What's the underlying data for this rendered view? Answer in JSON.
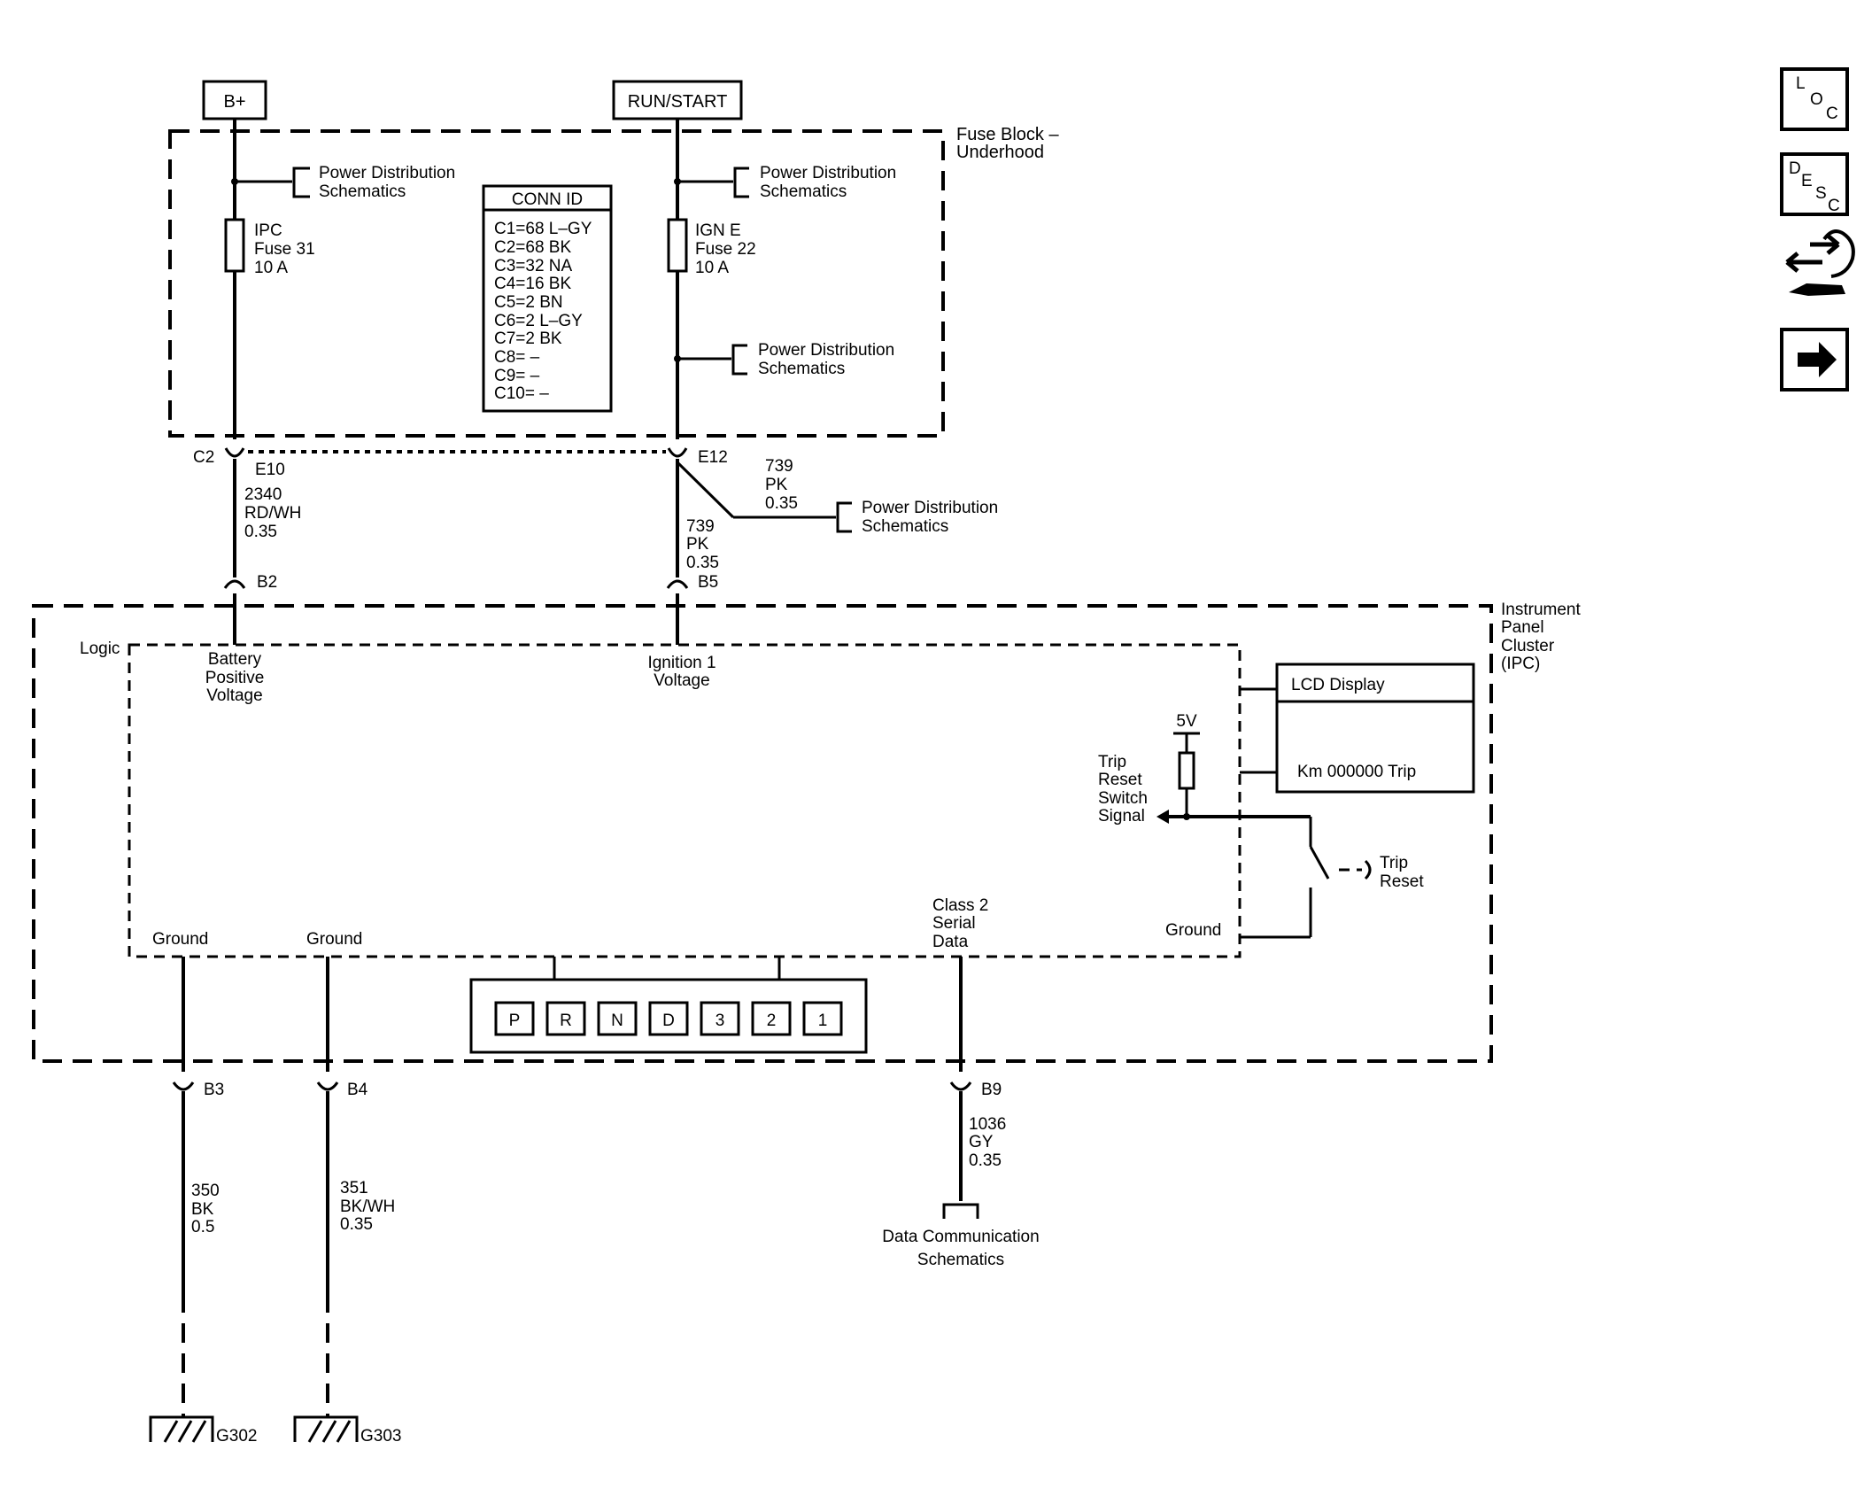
{
  "sources": {
    "bplus": "B+",
    "run_start": "RUN/START"
  },
  "fuse_block": {
    "title_line1": "Fuse Block –",
    "title_line2": "Underhood",
    "pds_1": [
      "Power Distribution",
      "Schematics"
    ],
    "pds_2": [
      "Power Distribution",
      "Schematics"
    ],
    "pds_3": [
      "Power Distribution",
      "Schematics"
    ],
    "fuse_ipc": [
      "IPC",
      "Fuse 31",
      "10 A"
    ],
    "fuse_igne": [
      "IGN E",
      "Fuse 22",
      "10 A"
    ],
    "conn_id_title": "CONN ID",
    "conn_ids": [
      "C1=68 L–GY",
      "C2=68 BK",
      "C3=32 NA",
      "C4=16 BK",
      "C5=2 BN",
      "C6=2 L–GY",
      "C7=2 BK",
      "C8= –",
      "C9= –",
      "C10= –"
    ]
  },
  "connectors": {
    "c2": "C2",
    "e10": "E10",
    "e12": "E12",
    "b2": "B2",
    "b5": "B5",
    "b3": "B3",
    "b4": "B4",
    "b9": "B9"
  },
  "wires": {
    "w2340": [
      "2340",
      "RD/WH",
      "0.35"
    ],
    "w739a": [
      "739",
      "PK",
      "0.35"
    ],
    "w739b": [
      "739",
      "PK",
      "0.35"
    ],
    "w350": [
      "350",
      "BK",
      "0.5"
    ],
    "w351": [
      "351",
      "BK/WH",
      "0.35"
    ],
    "w1036": [
      "1036",
      "GY",
      "0.35"
    ]
  },
  "pds_splice": [
    "Power Distribution",
    "Schematics"
  ],
  "ipc": {
    "title": [
      "Instrument",
      "Panel",
      "Cluster",
      "(IPC)"
    ],
    "logic": "Logic",
    "battery_voltage": [
      "Battery",
      "Positive",
      "Voltage"
    ],
    "ignition_voltage": [
      "Ignition 1",
      "Voltage"
    ],
    "lcd_title": "LCD Display",
    "lcd_value": "Km 000000 Trip",
    "five_v": "5V",
    "trip_signal": [
      "Trip",
      "Reset",
      "Switch",
      "Signal"
    ],
    "trip_reset": [
      "Trip",
      "Reset"
    ],
    "ground_right": "Ground",
    "ground_1": "Ground",
    "ground_2": "Ground",
    "class2": [
      "Class 2",
      "Serial",
      "Data"
    ],
    "prnd": [
      "P",
      "R",
      "N",
      "D",
      "3",
      "2",
      "1"
    ]
  },
  "data_comm": [
    "Data Communication",
    "Schematics"
  ],
  "grounds": {
    "g302": "G302",
    "g303": "G303"
  },
  "nav": {
    "loc": [
      "L",
      "O",
      "C"
    ],
    "desc": [
      "D",
      "E",
      "S",
      "C"
    ],
    "icons": [
      "loc-icon",
      "desc-icon",
      "connector-hand-icon",
      "next-arrow-icon"
    ]
  }
}
